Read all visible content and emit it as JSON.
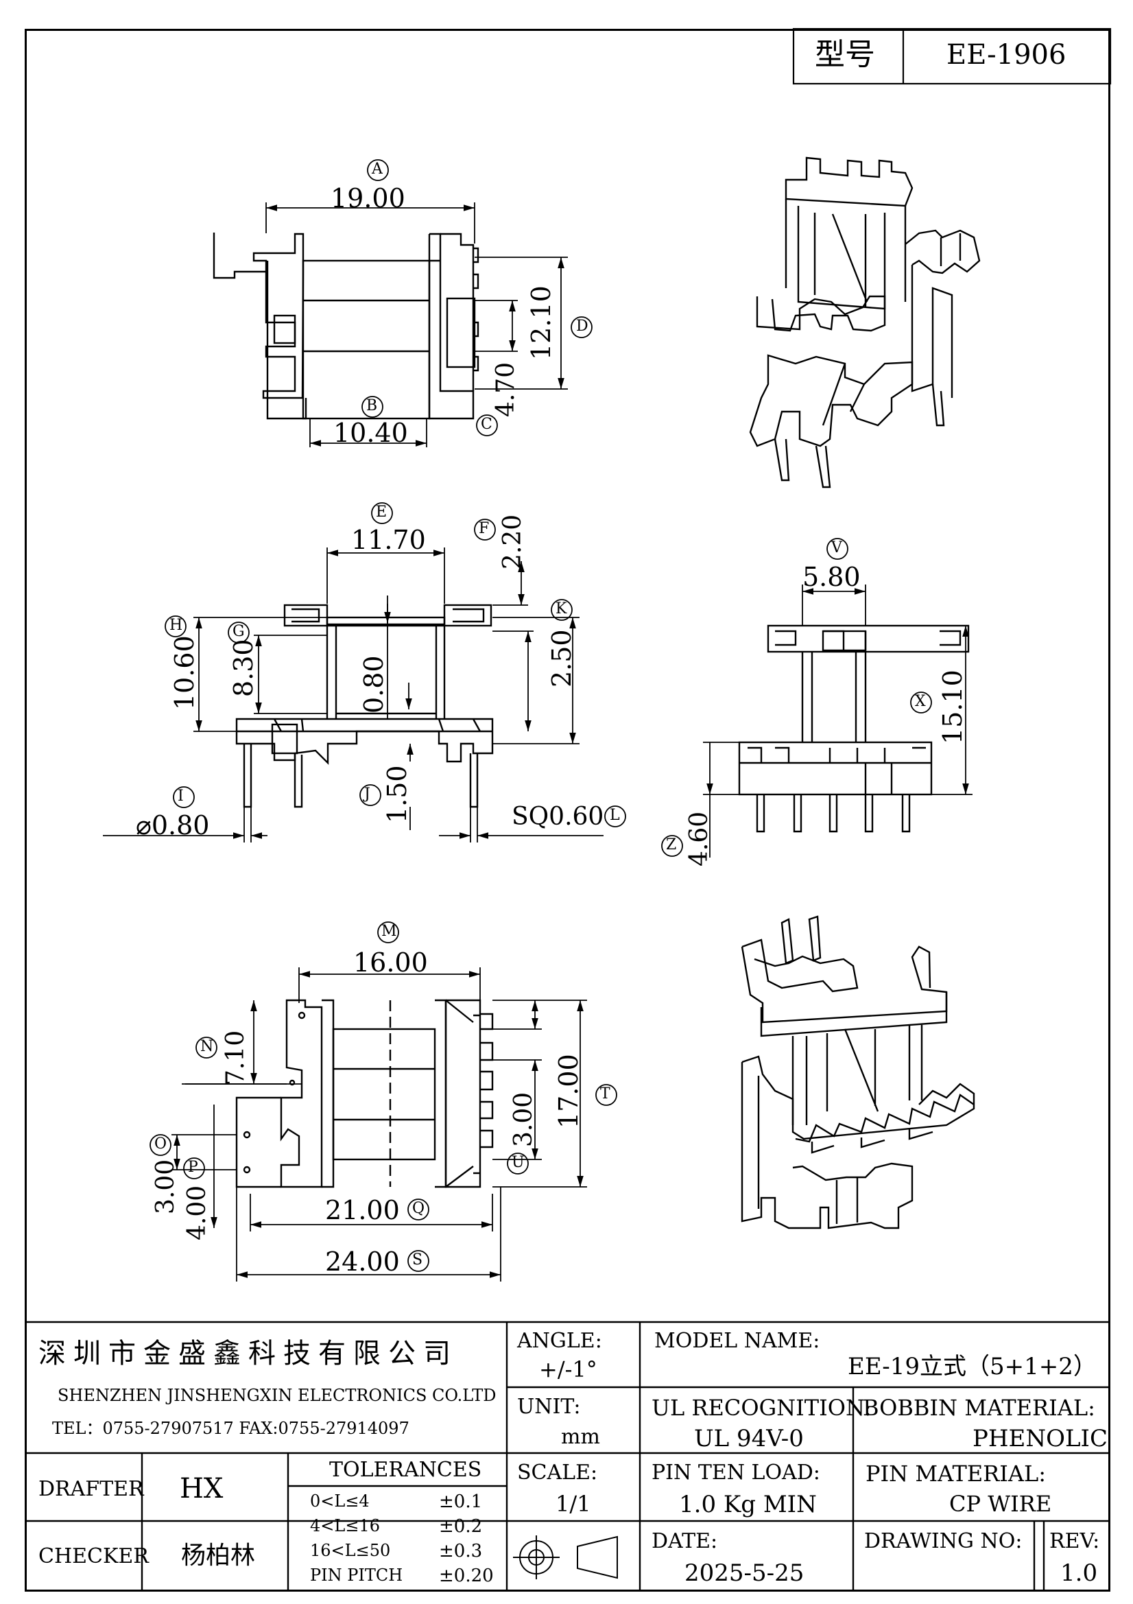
{
  "title_block": {
    "model_label": "型号",
    "model_value": "EE-1906"
  },
  "views": {
    "top": {
      "A_circle": "A",
      "A_value": "19.00",
      "B_circle": "B",
      "B_value": "10.40",
      "C_circle": "C",
      "C_value": "4.70",
      "D_circle": "D",
      "D_value": "12.10"
    },
    "front": {
      "E_circle": "E",
      "E_value": "11.70",
      "F_circle": "F",
      "F_value": "2.20",
      "G_circle": "G",
      "G_value": "8.30",
      "H_circle": "H",
      "H_value": "10.60",
      "K_circle": "K",
      "K_value": "2.50",
      "mid_value": "0.80",
      "I_circle": "I",
      "I_value": "⌀0.80",
      "J_circle": "J",
      "J_value": "1.50",
      "L_circle": "L",
      "L_value": "SQ0.60"
    },
    "side": {
      "V_circle": "V",
      "V_value": "5.80",
      "X_circle": "X",
      "X_value": "15.10",
      "Z_circle": "Z",
      "Z_value": "4.60"
    },
    "bottom": {
      "M_circle": "M",
      "M_value": "16.00",
      "N_circle": "N",
      "N_value": "7.10",
      "O_circle": "O",
      "O_value": "3.00",
      "P_circle": "P",
      "P_value": "4.00",
      "Q_circle": "Q",
      "Q_value": "21.00",
      "S_circle": "S",
      "S_value": "24.00",
      "T_circle": "T",
      "T_value": "17.00",
      "U_circle": "U",
      "U_value": "3.00"
    }
  },
  "company": {
    "name_cn": "深圳市金盛鑫科技有限公司",
    "name_en": "SHENZHEN JINSHENGXIN ELECTRONICS  CO.LTD",
    "contact": "TEL：0755-27907517   FAX:0755-27914097"
  },
  "fields": {
    "angle_label": "ANGLE:",
    "angle_value": "+/-1°",
    "model_name_label": "MODEL NAME:",
    "model_name_value": "EE-19立式（5+1+2）",
    "unit_label": "UNIT:",
    "unit_value": "mm",
    "ul_label": "UL RECOGNITION:",
    "ul_value": "UL 94V-0",
    "bobbin_label": "BOBBIN MATERIAL:",
    "bobbin_value": "PHENOLIC",
    "drafter_label": "DRAFTER",
    "drafter_value": "HX",
    "tolerances_label": "TOLERANCES",
    "tol_rows": [
      {
        "range": "0<L≤4",
        "value": "±0.1"
      },
      {
        "range": "4<L≤16",
        "value": "±0.2"
      },
      {
        "range": "16<L≤50",
        "value": "±0.3"
      },
      {
        "range": "PIN PITCH",
        "value": "±0.20"
      }
    ],
    "scale_label": "SCALE:",
    "scale_value": "1/1",
    "pin_load_label": "PIN TEN LOAD:",
    "pin_load_value": "1.0 Kg MIN",
    "pin_material_label": "PIN MATERIAL:",
    "pin_material_value": "CP WIRE",
    "checker_label": "CHECKER",
    "checker_value": "杨柏林",
    "date_label": "DATE:",
    "date_value": "2025-5-25",
    "drawing_no_label": "DRAWING NO:",
    "rev_label": "REV:",
    "rev_value": "1.0"
  }
}
